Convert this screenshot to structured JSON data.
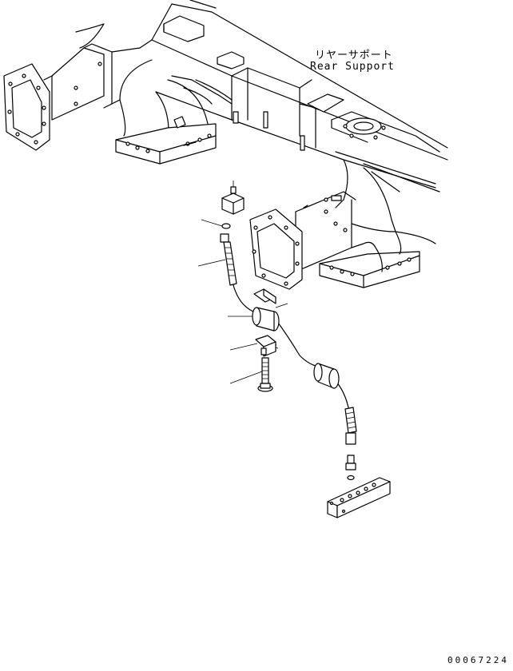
{
  "labels": {
    "part_name_jp": "リヤーサポート",
    "part_name_en": "Rear Support",
    "drawing_number": "00067224"
  },
  "colors": {
    "line": "#000000",
    "background": "#ffffff"
  }
}
